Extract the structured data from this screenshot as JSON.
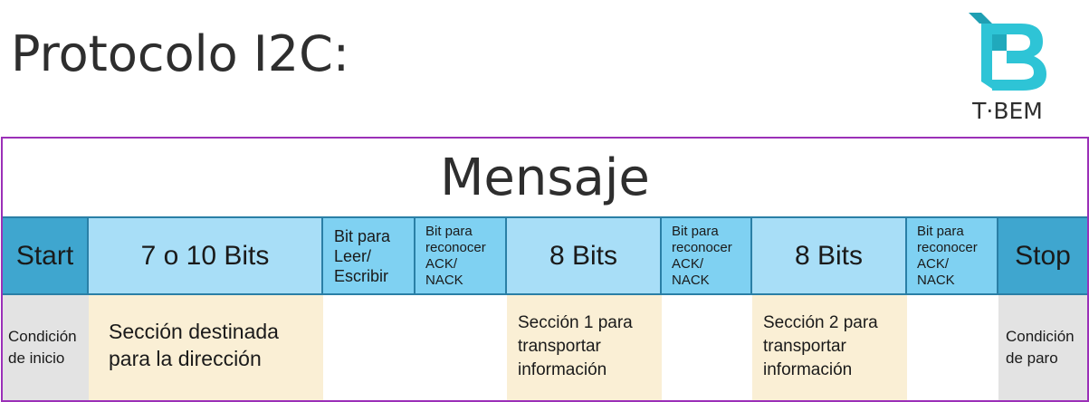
{
  "title": "Protocolo I2C:",
  "logo": {
    "text": "T·BEM"
  },
  "header": "Mensaje",
  "bits_row": {
    "start": "Start",
    "address": "7 o 10 Bits",
    "rw": "Bit para\nLeer/\nEscribir",
    "ack1": "Bit para\nreconocer\nACK/\nNACK",
    "data1": "8 Bits",
    "ack2": "Bit para\nreconocer\nACK/\nNACK",
    "data2": "8 Bits",
    "ack3": "Bit para\nreconocer\nACK/\nNACK",
    "stop": "Stop"
  },
  "desc_row": {
    "start": "Condición\nde inicio",
    "address": "Sección destinada\npara la dirección",
    "data1": "Sección 1 para\ntransportar\ninformación",
    "data2": "Sección 2 para\ntransportar\ninformación",
    "stop": "Condición\nde paro"
  },
  "colors": {
    "frame": "#9b30b8",
    "dark_blue": "#3fa6cf",
    "light_blue": "#a8def7",
    "mid_blue": "#7fd1f2",
    "cream": "#faefd5",
    "grey": "#e3e3e3",
    "logo_teal": "#2ec4d6"
  }
}
